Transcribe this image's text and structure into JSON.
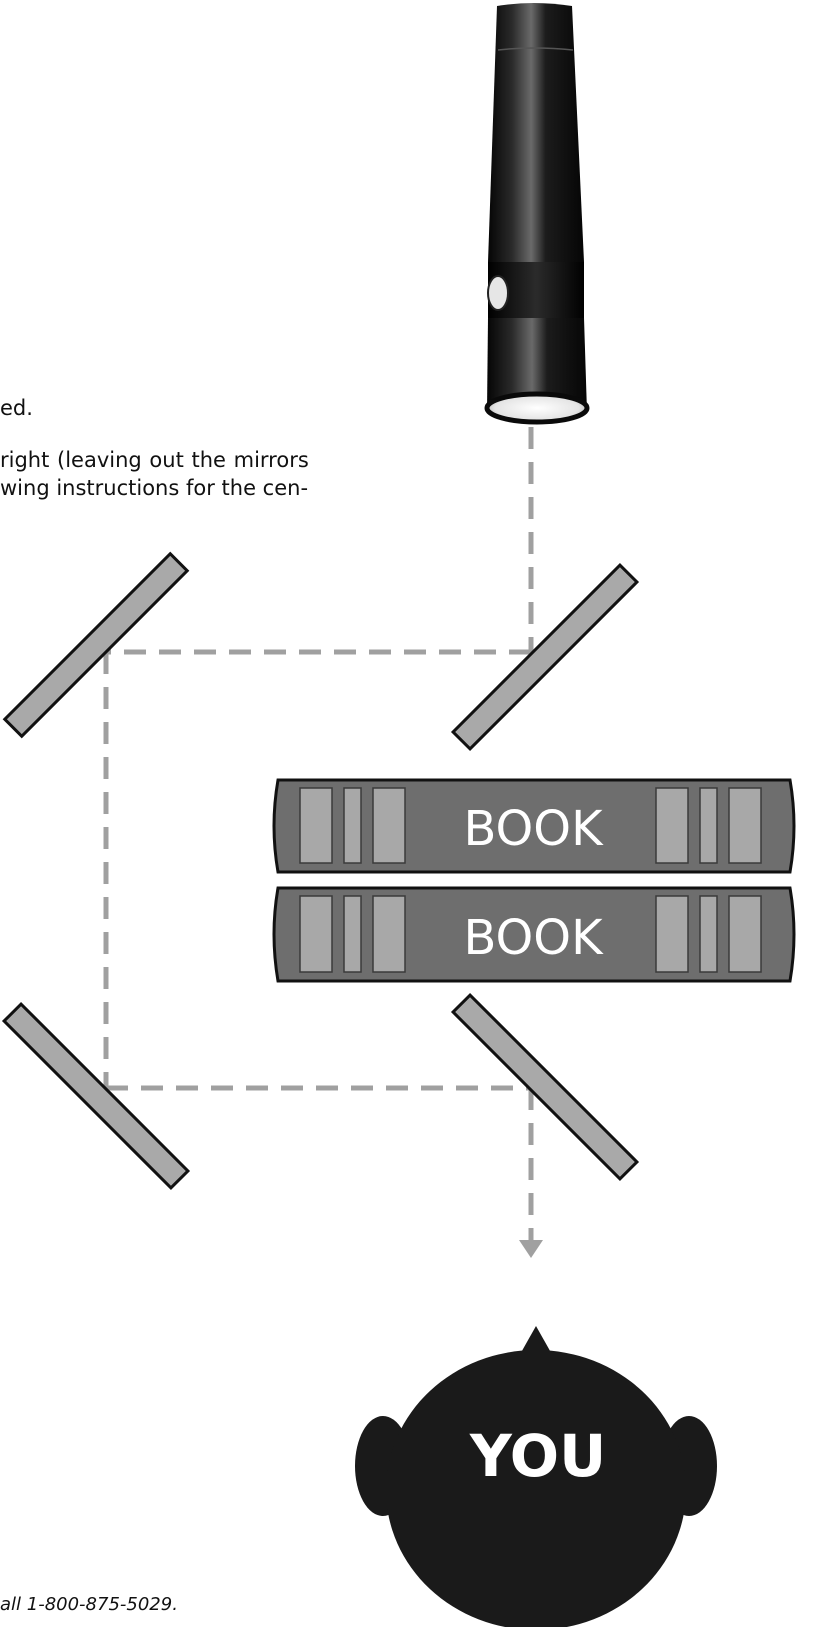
{
  "text": {
    "line1": "ed.",
    "line2": "right (leaving out the mirrors",
    "line3": "wing instructions for the cen-",
    "footer": "all 1-800-875-5029."
  },
  "diagram": {
    "book_top_label": "BOOK",
    "book_bottom_label": "BOOK",
    "observer_label": "YOU"
  },
  "colors": {
    "beam": "#a0a0a0",
    "mirror_fill": "#a9a9a9",
    "book_body": "#6e6e6e",
    "book_panel": "#a8a8a8",
    "observer": "#1a1a1a",
    "flashlight": "#0e0e0e"
  },
  "icons": {
    "light_source": "flashlight-icon",
    "observer": "head-icon",
    "beam_arrow": "arrow-down-icon"
  }
}
